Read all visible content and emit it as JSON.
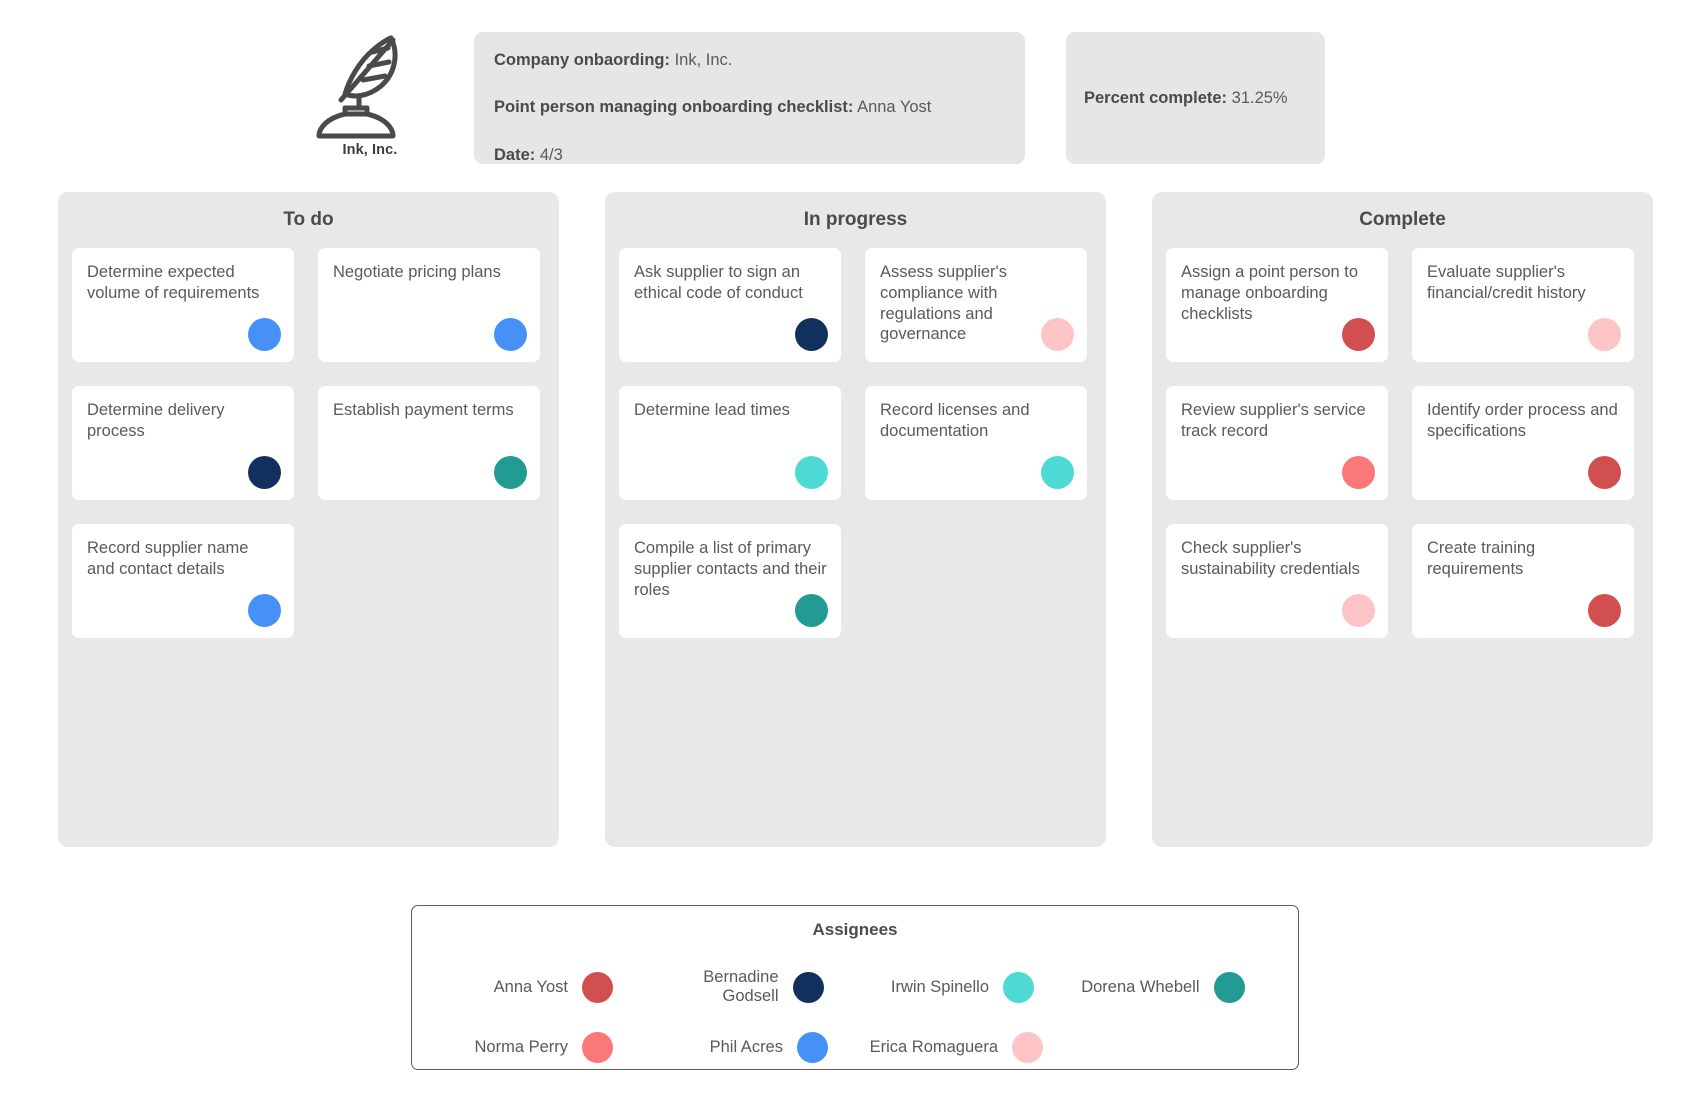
{
  "brand": {
    "name": "Ink, Inc.",
    "logo_icon": "quill-and-inkwell-icon"
  },
  "header": {
    "company_label": "Company onbaording:",
    "company_value": "Ink, Inc.",
    "point_person_label": "Point person managing onboarding checklist:",
    "point_person_value": "Anna Yost",
    "date_label": "Date:",
    "date_value": "4/3",
    "percent_label": "Percent complete:",
    "percent_value": "31.25%"
  },
  "columns": [
    {
      "title": "To do",
      "cards": [
        {
          "text": "Determine expected volume of requirements",
          "assignee": "Phil Acres",
          "color": "#4690f7"
        },
        {
          "text": "Negotiate pricing plans",
          "assignee": "Phil Acres",
          "color": "#4690f7"
        },
        {
          "text": "Determine delivery process",
          "assignee": "Bernadine Godsell",
          "color": "#11305e"
        },
        {
          "text": "Establish payment terms",
          "assignee": "Dorena Whebell",
          "color": "#239a92"
        },
        {
          "text": "Record supplier name and contact details",
          "assignee": "Phil Acres",
          "color": "#4690f7"
        }
      ]
    },
    {
      "title": "In progress",
      "cards": [
        {
          "text": "Ask supplier to sign an ethical code of conduct",
          "assignee": "Bernadine Godsell",
          "color": "#11305e"
        },
        {
          "text": "Assess supplier's compliance with regulations and governance",
          "assignee": "Erica Romaguera",
          "color": "#fcc4c4"
        },
        {
          "text": "Determine lead times",
          "assignee": "Irwin Spinello",
          "color": "#4dd9d4"
        },
        {
          "text": "Record licenses and documentation",
          "assignee": "Irwin Spinello",
          "color": "#4dd9d4"
        },
        {
          "text": "Compile a list of primary supplier contacts and their roles",
          "assignee": "Dorena Whebell",
          "color": "#239a92"
        }
      ]
    },
    {
      "title": "Complete",
      "cards": [
        {
          "text": "Assign a point person to manage onboarding checklists",
          "assignee": "Anna Yost",
          "color": "#d24f4f"
        },
        {
          "text": "Evaluate supplier's financial/credit history",
          "assignee": "Erica Romaguera",
          "color": "#fcc4c4"
        },
        {
          "text": "Review supplier's service track record",
          "assignee": "Norma Perry",
          "color": "#fa7878"
        },
        {
          "text": "Identify order process and specifications",
          "assignee": "Anna Yost",
          "color": "#d24f4f"
        },
        {
          "text": "Check supplier's sustainability credentials",
          "assignee": "Erica Romaguera",
          "color": "#fcc4c4"
        },
        {
          "text": "Create training requirements",
          "assignee": "Anna Yost",
          "color": "#d24f4f"
        }
      ]
    }
  ],
  "legend": {
    "title": "Assignees",
    "rows": [
      [
        {
          "name": "Anna Yost",
          "color": "#d24f4f"
        },
        {
          "name": "Bernadine Godsell",
          "color": "#11305e"
        },
        {
          "name": "Irwin Spinello",
          "color": "#4dd9d4"
        },
        {
          "name": "Dorena Whebell",
          "color": "#239a92"
        }
      ],
      [
        {
          "name": "Norma Perry",
          "color": "#fa7878"
        },
        {
          "name": "Phil Acres",
          "color": "#4690f7"
        },
        {
          "name": "Erica Romaguera",
          "color": "#fcc4c4"
        }
      ]
    ]
  }
}
